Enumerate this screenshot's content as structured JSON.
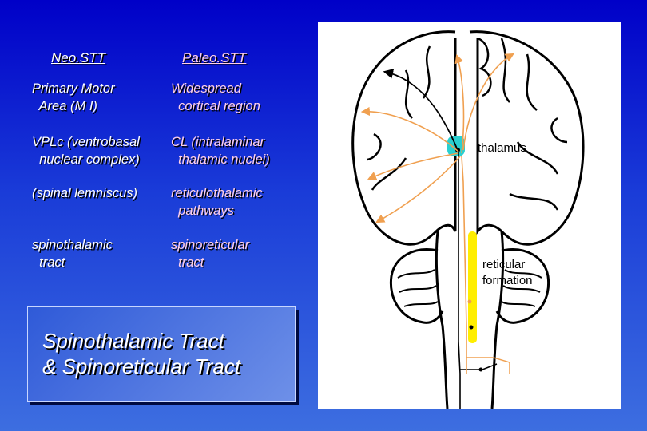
{
  "columns": {
    "neo": {
      "heading": "Neo.STT",
      "rows": [
        "Primary Motor\n  Area (M I)",
        "VPLc (ventrobasal\n  nuclear complex)",
        "(spinal lemniscus)",
        "spinothalamic\n  tract"
      ]
    },
    "paleo": {
      "heading": "Paleo.STT",
      "rows": [
        "Widespread\n  cortical region",
        "CL (intralaminar\n  thalamic nuclei)",
        "reticulothalamic\n  pathways",
        "spinoreticular\n  tract"
      ]
    }
  },
  "title_box": {
    "text": "Spinothalamic Tract\n& Spinoreticular Tract"
  },
  "diagram": {
    "labels": {
      "thalamus": "thalamus",
      "reticular_formation": "reticular\nformation"
    },
    "colors": {
      "neo_pathway": "#000000",
      "paleo_pathway": "#f0a050",
      "thalamus_highlight": "#2ad0d0",
      "reticular_highlight": "#ffee00"
    }
  }
}
